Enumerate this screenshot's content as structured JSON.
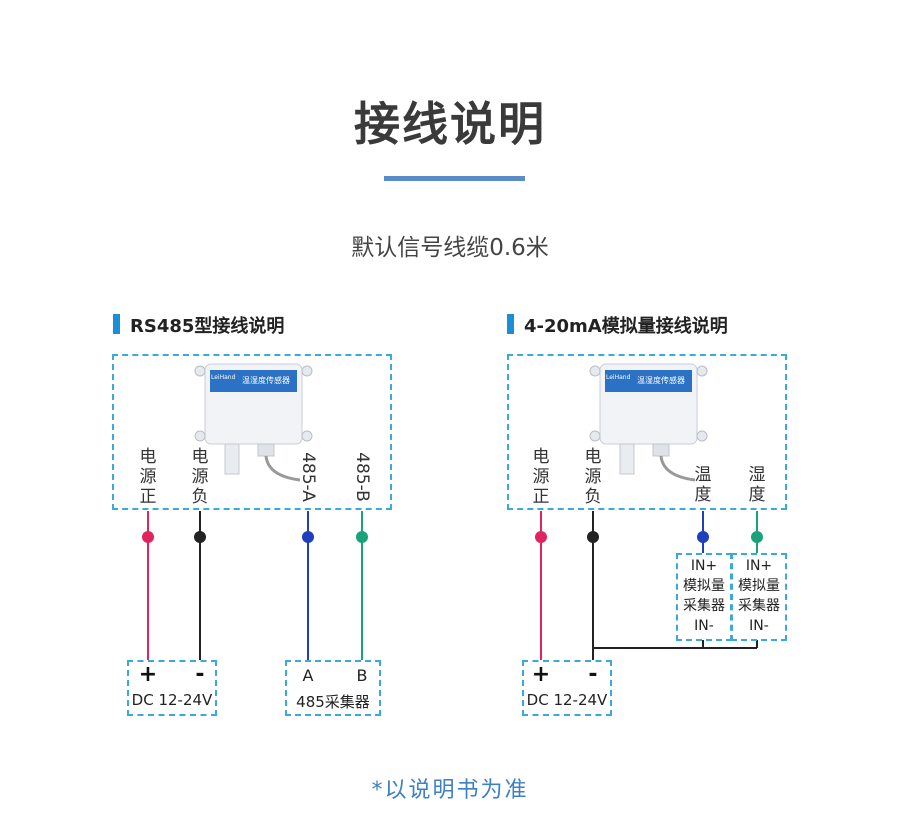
{
  "title": "接线说明",
  "subtitle": "默认信号线缆0.6米",
  "left_section": {
    "title": "RS485型接线说明",
    "labels": {
      "power_pos": [
        "电",
        "源",
        "正"
      ],
      "power_neg": [
        "电",
        "源",
        "负"
      ],
      "a": "485-A",
      "b": "485-B"
    },
    "power_box": {
      "plus": "+",
      "minus": "-",
      "label": "DC 12-24V"
    },
    "collector_box": {
      "a": "A",
      "b": "B",
      "label": "485采集器"
    }
  },
  "right_section": {
    "title": "4-20mA模拟量接线说明",
    "labels": {
      "power_pos": [
        "电",
        "源",
        "正"
      ],
      "power_neg": [
        "电",
        "源",
        "负"
      ],
      "temp": [
        "温",
        "度"
      ],
      "humid": [
        "湿",
        "度"
      ]
    },
    "power_box": {
      "plus": "+",
      "minus": "-",
      "label": "DC 12-24V"
    },
    "collector_temp": [
      "IN+",
      "模拟量",
      "采集器",
      "IN-"
    ],
    "collector_humid": [
      "IN+",
      "模拟量",
      "采集器",
      "IN-"
    ]
  },
  "device": {
    "panel_text": "温湿度传感器",
    "brand": "LeiHand"
  },
  "footer": "*以说明书为准",
  "colors": {
    "red": "#e0245e",
    "black": "#222222",
    "blue": "#1f3fbf",
    "green": "#1aa37a",
    "dashed": "#3aa9dc",
    "accent": "#5b8cc9"
  }
}
